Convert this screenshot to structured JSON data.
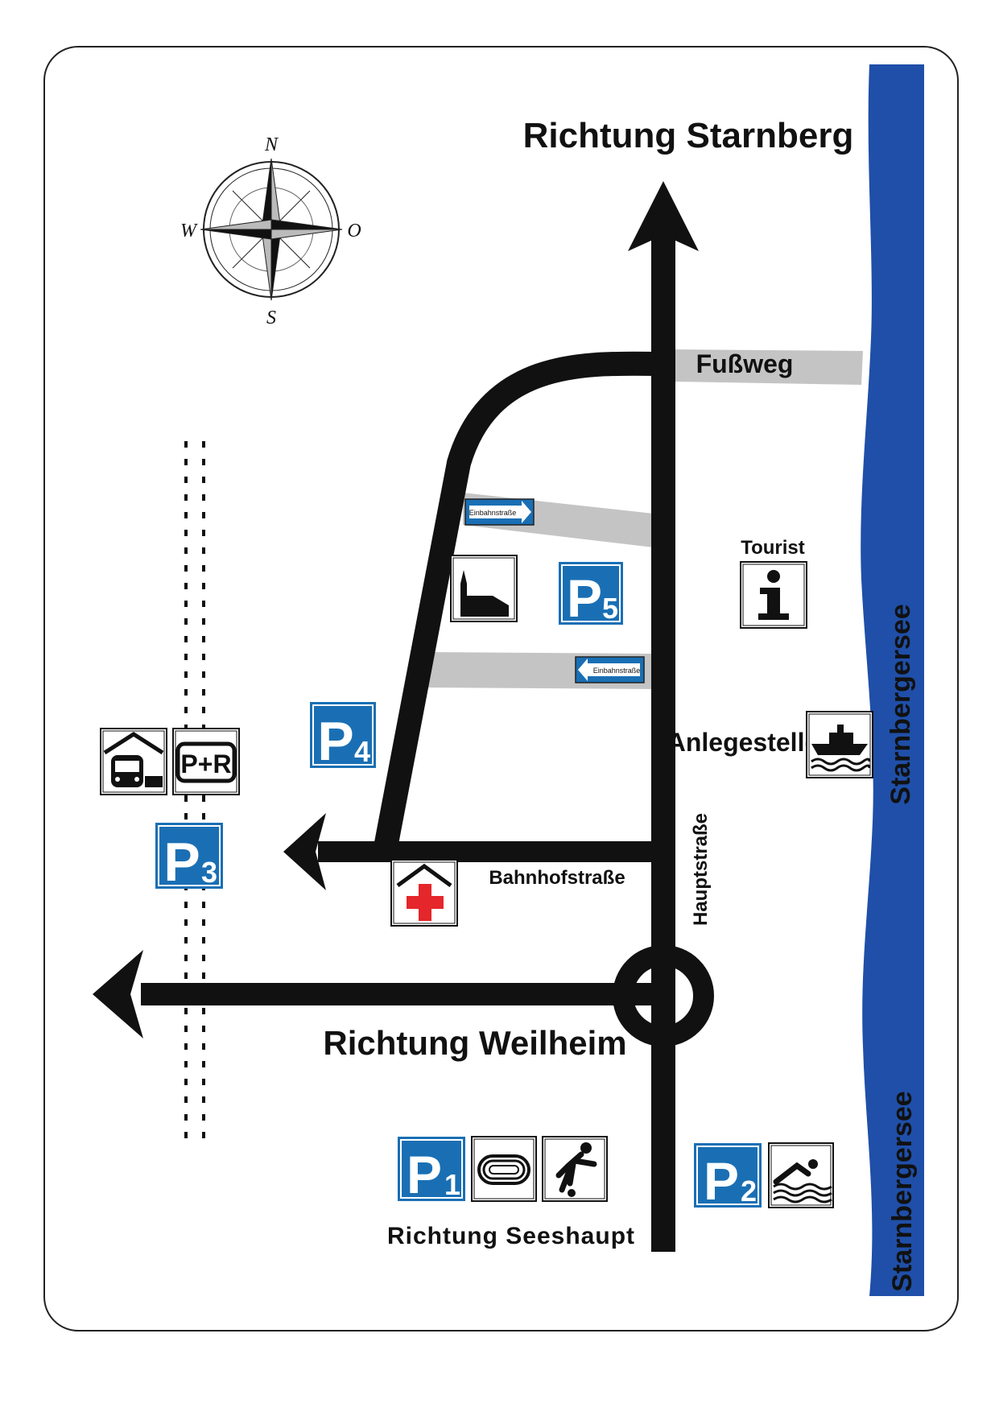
{
  "labels": {
    "north_direction": "Richtung Starnberg",
    "west_direction": "Richtung Weilheim",
    "south_direction": "Richtung Seeshaupt",
    "footpath": "Fußweg",
    "bahnhof_street": "Bahnhofstraße",
    "main_street": "Hauptstraße",
    "pier": "Anlegestelle",
    "tourist": "Tourist",
    "lake_upper": "Starnbergersee",
    "lake_lower": "Starnbergersee"
  },
  "compass": {
    "n": "N",
    "s": "S",
    "w": "W",
    "e": "O"
  },
  "parking": {
    "p1": {
      "letter": "P",
      "number": "1"
    },
    "p2": {
      "letter": "P",
      "number": "2"
    },
    "p3": {
      "letter": "P",
      "number": "3"
    },
    "p4": {
      "letter": "P",
      "number": "4"
    },
    "p5": {
      "letter": "P",
      "number": "5"
    }
  },
  "park_and_ride": "P+R",
  "info_symbol": "i",
  "one_way_signs": {
    "right": "Einbahnstraße",
    "left": "Einbahnstraße"
  },
  "icons": [
    "compass-rose-icon",
    "train-station-icon",
    "park-and-ride-icon",
    "first-aid-icon",
    "church-icon",
    "tourist-info-icon",
    "ferry-icon",
    "stadium-icon",
    "football-icon",
    "swimming-icon"
  ],
  "colors": {
    "parking_blue": "#1a6fb4",
    "lake_blue": "#1f4fa8",
    "road": "#111111",
    "path_gray": "#c4c4c4",
    "first_aid_red": "#e5262b"
  }
}
